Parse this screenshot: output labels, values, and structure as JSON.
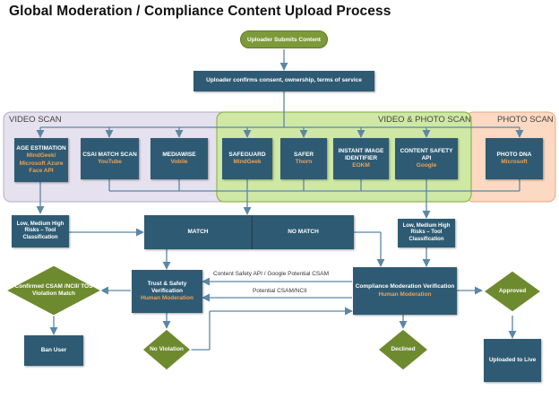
{
  "title": "Global Moderation / Compliance Content Upload Process",
  "regions": {
    "video_scan": "VIDEO SCAN",
    "video_photo_scan": "VIDEO & PHOTO SCAN",
    "photo_scan": "PHOTO SCAN"
  },
  "start": "Uploader Submits Content",
  "consent": "Uploader confirms consent, ownership, terms of service",
  "scanners": {
    "age_estimation": {
      "name": "AGE ESTIMATION",
      "vendor": "MindGeek/ Microsoft Azure Face API"
    },
    "csai_match": {
      "name": "CSAI MATCH SCAN",
      "vendor": "YouTube"
    },
    "mediawise": {
      "name": "MEDIAWISE",
      "vendor": "Vobile"
    },
    "safeguard": {
      "name": "SAFEGUARD",
      "vendor": "MindGeek"
    },
    "safer": {
      "name": "SAFER",
      "vendor": "Thorn"
    },
    "instant_image": {
      "name": "INSTANT IMAGE IDENTIFIER",
      "vendor": "EOKM"
    },
    "content_safety": {
      "name": "CONTENT SAFETY API",
      "vendor": "Google"
    },
    "photo_dna": {
      "name": "PHOTO DNA",
      "vendor": "Microsoft"
    }
  },
  "risk_left": "Low, Medium High Risks – Tool Classification",
  "risk_right": "Low, Medium High Risks – Tool Classification",
  "match": "MATCH",
  "no_match": "NO MATCH",
  "confirmed": "Confirmed CSAM /NCII/ TOS Violation Match",
  "trust_safety": {
    "title": "Trust & Safety Verification",
    "sub": "Human Moderation"
  },
  "compliance": {
    "title": "Compliance Moderation Verification",
    "sub": "Human Moderation"
  },
  "edge_csam_google": "Content Safety API / Google Potential CSAM",
  "edge_csam_ncii": "Potential CSAM/NCII",
  "approved": "Approved",
  "ban_user": "Ban User",
  "no_violation": "No Violation",
  "declined": "Declined",
  "uploaded": "Uploaded to Live",
  "colors": {
    "box": "#2e5b73",
    "vendor_text": "#f0a052",
    "diamond": "#6e8a2e",
    "video_region": "#e6e1ee",
    "video_photo_region": "#cfe8a5",
    "photo_region": "#fcd9c2",
    "arrow": "#5b86a6"
  }
}
